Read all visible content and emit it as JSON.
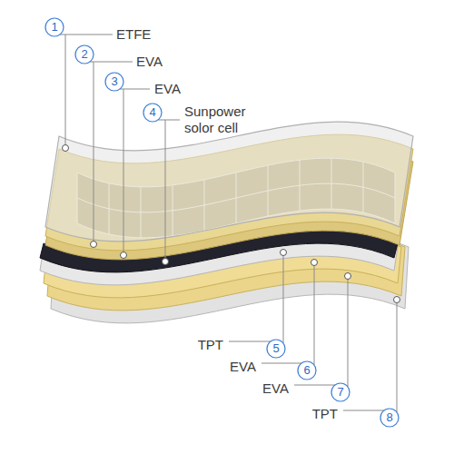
{
  "diagram": {
    "labels": [
      "1",
      "ETFE",
      "2",
      "EVA",
      "3",
      "EVA",
      "4",
      "Sunpower solor cell",
      "5",
      "TPT",
      "6",
      "EVA",
      "7",
      "EVA",
      "8",
      "TPT"
    ]
  }
}
